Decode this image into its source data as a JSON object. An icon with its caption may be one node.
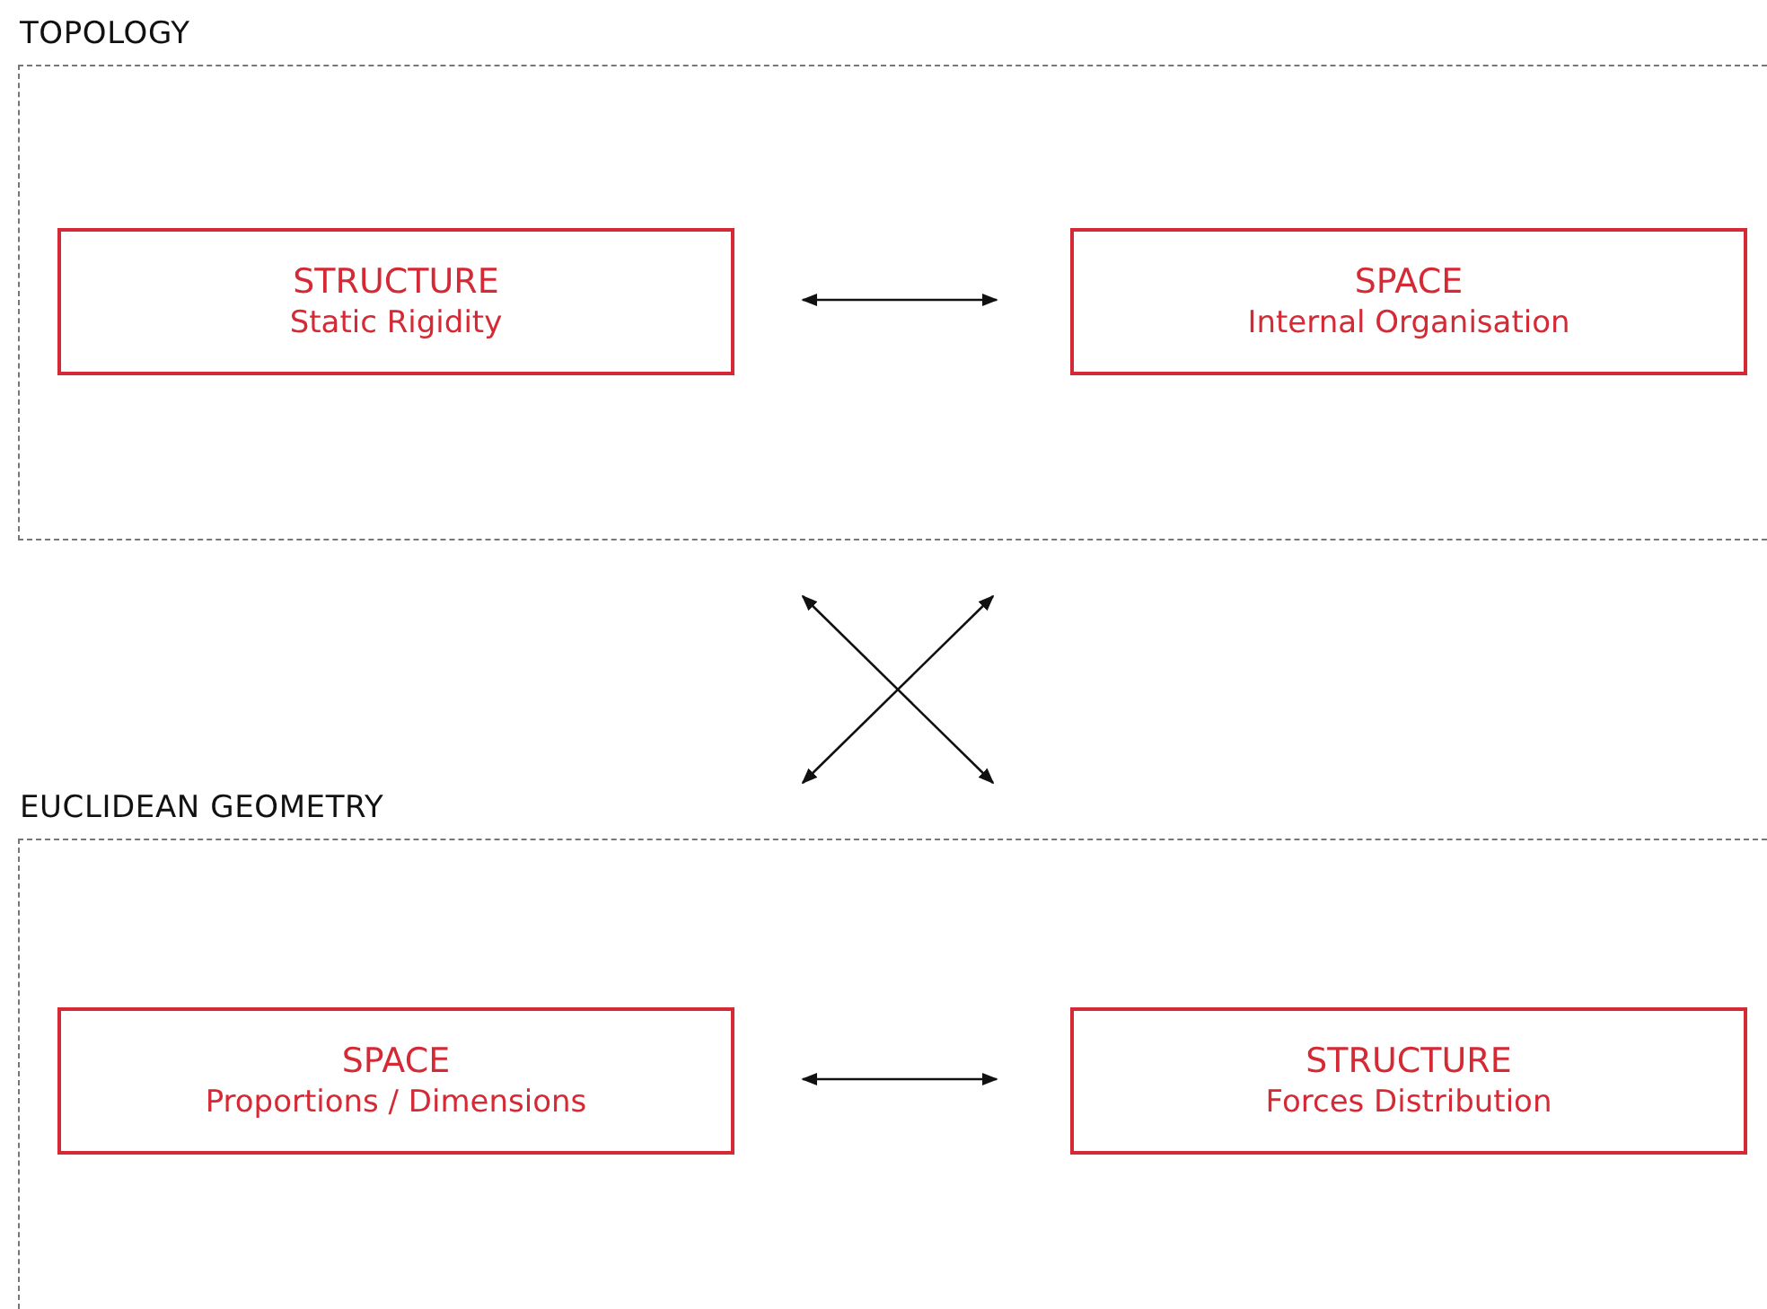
{
  "diagram": {
    "nodes": [
      {
        "text": [
          "TOPOLOGY"
        ]
      },
      {
        "text": [
          "STRUCTURE",
          "Static Rigidity"
        ],
        "in": 0
      },
      {
        "text": [
          "SPACE",
          "Internal Organisation"
        ],
        "in": 0
      },
      {
        "text": [
          "EUCLIDEAN GEOMETRY"
        ]
      },
      {
        "text": [
          "SPACE",
          "Proportions / Dimensions"
        ],
        "in": 3
      },
      {
        "text": [
          "STRUCTURE",
          "Forces Distribution"
        ],
        "in": 3
      }
    ],
    "edges": [
      {
        "from": 1,
        "to": 2,
        "arrow": "both"
      },
      {
        "from": 0,
        "to": 3,
        "arrow": "both"
      },
      {
        "from": 0,
        "to": 3,
        "arrow": "both"
      },
      {
        "from": 4,
        "to": 5,
        "arrow": "both"
      }
    ]
  }
}
